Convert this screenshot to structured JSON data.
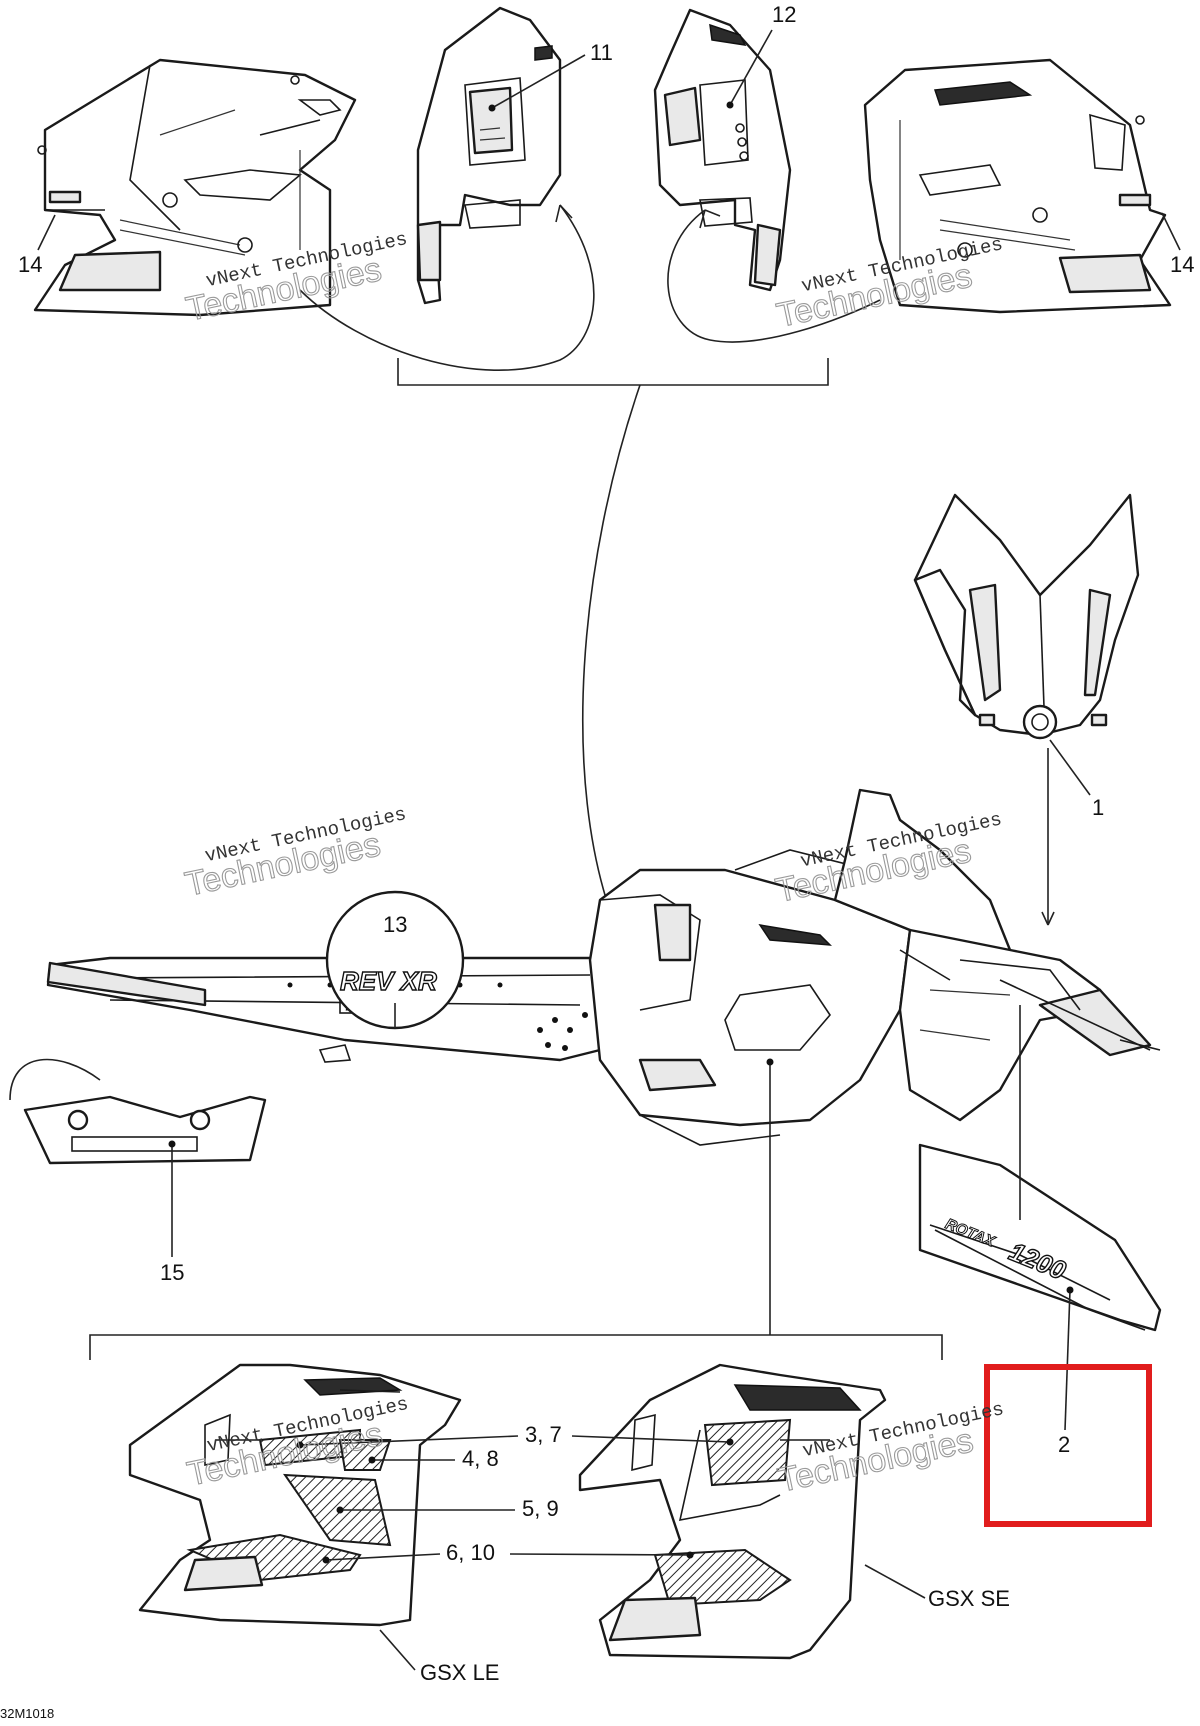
{
  "callouts": {
    "c1": "1",
    "c2": "2",
    "c3_7": "3, 7",
    "c4_8": "4, 8",
    "c5_9": "5, 9",
    "c6_10": "6, 10",
    "c11": "11",
    "c12": "12",
    "c13": "13",
    "c14_left": "14",
    "c14_right": "14",
    "c15": "15"
  },
  "variants": {
    "left": "GSX LE",
    "right": "GSX SE"
  },
  "decals": {
    "rev_xr": "REV XR",
    "rotax": "ROTAX",
    "rotax_number": "1200"
  },
  "watermark": {
    "line1": "vNext Technologies",
    "line2": "Technologies"
  },
  "diagram_code": "32M1018",
  "colors": {
    "highlight": "#e11d1d",
    "ink": "#1a1a1a"
  }
}
